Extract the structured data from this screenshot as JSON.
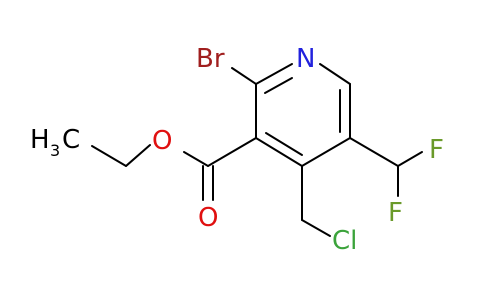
{
  "molecule": {
    "atoms": {
      "bromine": {
        "symbol": "Br",
        "color": "#a01e1e"
      },
      "nitrogen": {
        "symbol": "N",
        "color": "#2222dd"
      },
      "fluorine_top": {
        "symbol": "F",
        "color": "#6a9a2a"
      },
      "fluorine_bottom": {
        "symbol": "F",
        "color": "#6a9a2a"
      },
      "chlorine": {
        "symbol": "Cl",
        "color": "#3ba33b"
      },
      "oxygen_ester": {
        "symbol": "O",
        "color": "#e01010"
      },
      "oxygen_carbonyl": {
        "symbol": "O",
        "color": "#e01010"
      },
      "methyl": {
        "symbol": "H",
        "subscript": "3",
        "suffix": "C",
        "color": "#000000"
      }
    },
    "bond_color": "#000000"
  }
}
